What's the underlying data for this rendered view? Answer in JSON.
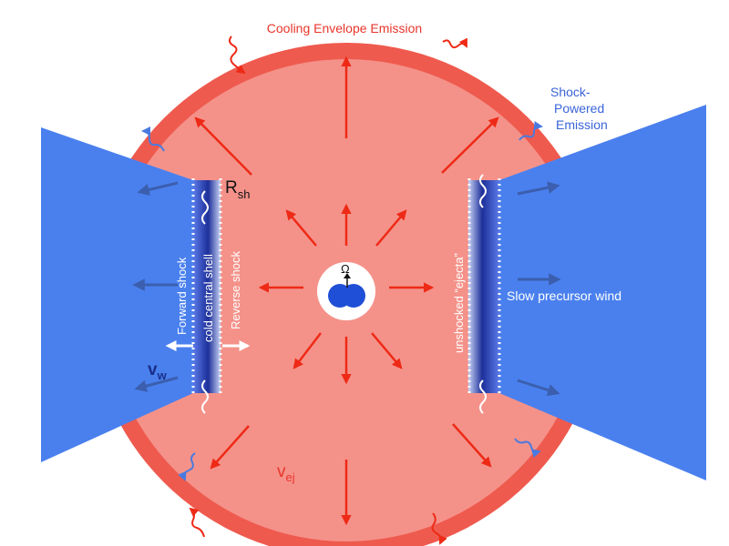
{
  "labels": {
    "cooling": "Cooling Envelope Emission",
    "shock_powered": [
      "Shock-",
      "Powered",
      "Emission"
    ],
    "r_sh": "R",
    "r_sh_sub": "sh",
    "forward_shock": "Forward shock",
    "cold_shell": "cold central shell",
    "reverse_shock": "Reverse shock",
    "v_w": "v",
    "v_w_sub": "w",
    "v_ej": "v",
    "v_ej_sub": "ej",
    "unshocked": "unshocked “ejecta”",
    "slow_wind": "Slow precursor wind",
    "omega": "Ω"
  },
  "colors": {
    "ejecta_fill": "#f4928a",
    "ejecta_rim": "#ef5a4e",
    "wind_blue": "#4a80ee",
    "shell_navy": "#1d2f9a",
    "arrow_red": "#ee2a16",
    "arrow_blue": "#3b5fae",
    "emission_blue": "#4a7ae0"
  }
}
